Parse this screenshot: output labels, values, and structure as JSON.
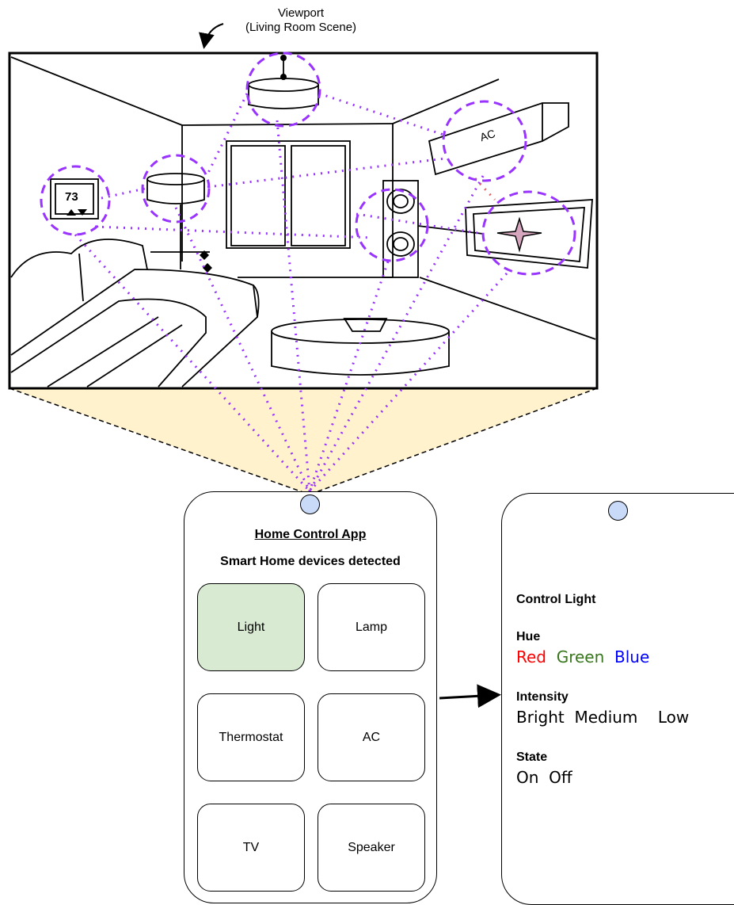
{
  "viewport": {
    "title_line1": "Viewport",
    "title_line2": "(Living Room Scene)"
  },
  "scene_labels": {
    "thermostat_reading": "73",
    "ac_label": "AC"
  },
  "colors": {
    "highlight_ring": "#9933ff",
    "projection_fill": "#fff2cc",
    "camera": "#c9daf8",
    "selected_device": "#d9ead3",
    "star": "#d5a6bd"
  },
  "app": {
    "title": "Home Control App",
    "subtitle": "Smart Home devices detected",
    "devices": [
      {
        "label": "Light",
        "selected": true
      },
      {
        "label": "Lamp"
      },
      {
        "label": "Thermostat"
      },
      {
        "label": "AC"
      },
      {
        "label": "TV"
      },
      {
        "label": "Speaker"
      }
    ]
  },
  "control": {
    "title": "Control Light",
    "hue": {
      "label": "Hue",
      "options": [
        {
          "text": "Red",
          "color": "#ff0000"
        },
        {
          "text": "Green",
          "color": "#38761d"
        },
        {
          "text": "Blue",
          "color": "#0000ff"
        }
      ]
    },
    "intensity": {
      "label": "Intensity",
      "options": [
        "Bright",
        "Medium",
        "Low"
      ]
    },
    "state": {
      "label": "State",
      "options": [
        "On",
        "Off"
      ]
    }
  }
}
